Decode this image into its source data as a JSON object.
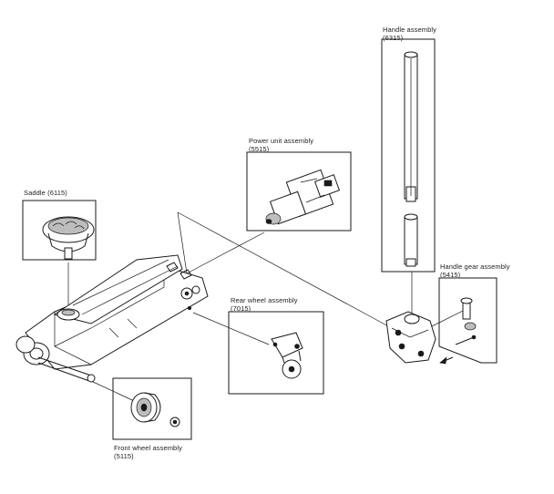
{
  "labels": {
    "saddle": {
      "name": "Saddle",
      "code": "(6115)"
    },
    "power_unit": {
      "name": "Power unit assembly",
      "code": "(5515)"
    },
    "handle": {
      "name": "Handle assembly",
      "code": "(6315)"
    },
    "handle_gear": {
      "name": "Handle gear assembly",
      "code": "(5415)"
    },
    "rear_wheel": {
      "name": "Rear wheel assembly",
      "code": "(7015)"
    },
    "front_wheel": {
      "name": "Front wheel assembly",
      "code": "(5115)"
    }
  }
}
